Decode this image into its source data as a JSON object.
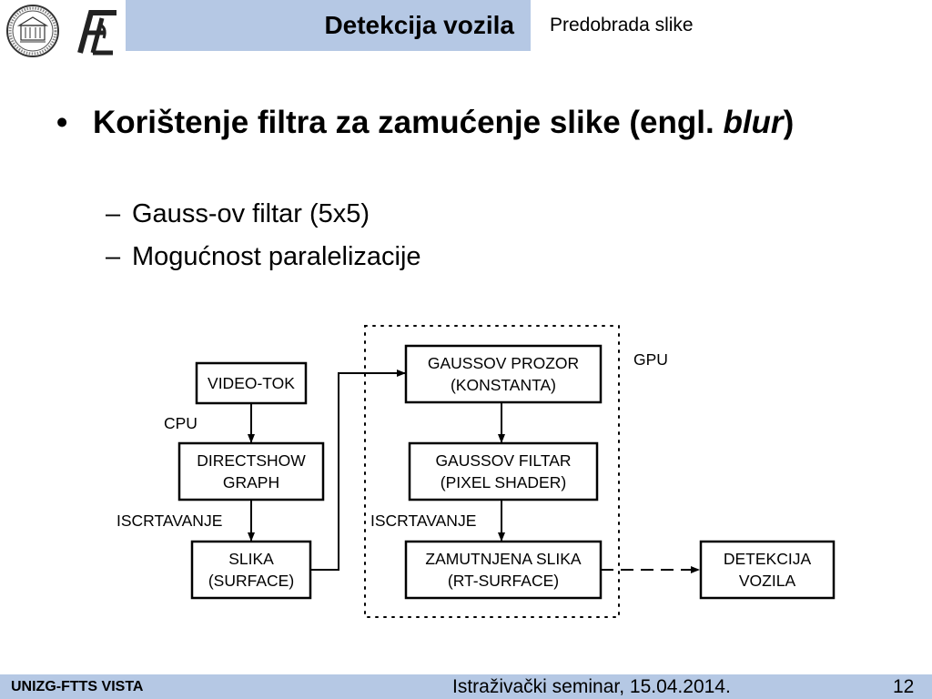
{
  "header": {
    "title": "Detekcija vozila",
    "section": "Predobrada slike"
  },
  "content": {
    "bullet_main_prefix": "Korištenje filtra za zamućenje slike (engl. ",
    "bullet_main_italic": "blur",
    "bullet_main_suffix": ")",
    "sub_items": [
      "Gauss-ov filtar (5x5)",
      "Mogućnost paralelizacije"
    ]
  },
  "diagram": {
    "boxes": {
      "video_tok": [
        "VIDEO-TOK"
      ],
      "directshow": [
        "DIRECTSHOW",
        "GRAPH"
      ],
      "slika": [
        "SLIKA",
        "(SURFACE)"
      ],
      "gaussov_prozor": [
        "GAUSSOV PROZOR",
        "(KONSTANTA)"
      ],
      "gaussov_filtar": [
        "GAUSSOV FILTAR",
        "(PIXEL SHADER)"
      ],
      "zamutnjena": [
        "ZAMUTNJENA SLIKA",
        "(RT-SURFACE)"
      ],
      "detekcija": [
        "DETEKCIJA",
        "VOZILA"
      ]
    },
    "labels": {
      "cpu": "CPU",
      "gpu": "GPU",
      "iscrtavanje_left": "ISCRTAVANJE",
      "iscrtavanje_right": "ISCRTAVANJE"
    }
  },
  "footer": {
    "left": "UNIZG-FTTS VISTA",
    "seminar": "Istraživački seminar, 15.04.2014.",
    "page": "12"
  }
}
